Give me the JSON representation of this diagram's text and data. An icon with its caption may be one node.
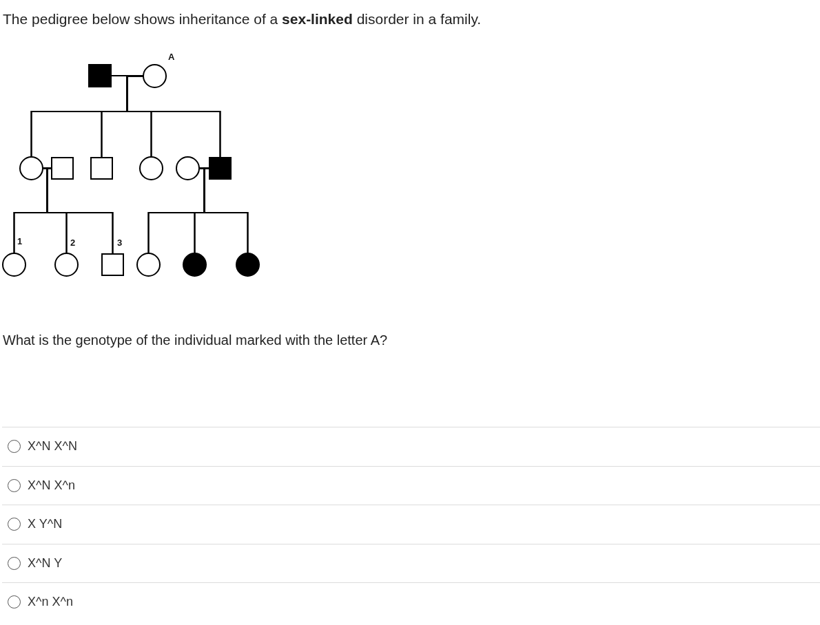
{
  "diagram": {
    "title": "The pedigree below shows inheritance of a **sex-linked** disorder in a family.",
    "nodes": [
      {
        "text": [],
        "shape": "square"
      },
      {
        "text": [],
        "shape": "circle",
        "beside": [
          "A"
        ]
      },
      {
        "text": [],
        "shape": "circle"
      },
      {
        "text": [],
        "shape": "square"
      },
      {
        "text": [],
        "shape": "square"
      },
      {
        "text": [],
        "shape": "circle"
      },
      {
        "text": [],
        "shape": "circle"
      },
      {
        "text": [],
        "shape": "square"
      },
      {
        "text": [],
        "shape": "circle",
        "beside": [
          "1"
        ]
      },
      {
        "text": [],
        "shape": "circle",
        "beside": [
          "2"
        ]
      },
      {
        "text": [],
        "shape": "square",
        "beside": [
          "3"
        ]
      },
      {
        "text": [],
        "shape": "circle"
      },
      {
        "text": [],
        "shape": "circle"
      },
      {
        "text": [],
        "shape": "circle"
      }
    ],
    "edges": [
      {
        "from": 0,
        "to": 1,
        "arrow": "none"
      },
      {
        "from": 0,
        "to": 2,
        "arrow": "none"
      },
      {
        "from": 1,
        "to": 2,
        "arrow": "none"
      },
      {
        "from": 0,
        "to": 4,
        "arrow": "none"
      },
      {
        "from": 1,
        "to": 4,
        "arrow": "none"
      },
      {
        "from": 0,
        "to": 5,
        "arrow": "none"
      },
      {
        "from": 1,
        "to": 5,
        "arrow": "none"
      },
      {
        "from": 0,
        "to": 7,
        "arrow": "none"
      },
      {
        "from": 1,
        "to": 7,
        "arrow": "none"
      },
      {
        "from": 2,
        "to": 3,
        "arrow": "none"
      },
      {
        "from": 2,
        "to": 8,
        "arrow": "none"
      },
      {
        "from": 3,
        "to": 8,
        "arrow": "none"
      },
      {
        "from": 2,
        "to": 9,
        "arrow": "none"
      },
      {
        "from": 3,
        "to": 9,
        "arrow": "none"
      },
      {
        "from": 2,
        "to": 10,
        "arrow": "none"
      },
      {
        "from": 3,
        "to": 10,
        "arrow": "none"
      },
      {
        "from": 6,
        "to": 7,
        "arrow": "none"
      },
      {
        "from": 6,
        "to": 11,
        "arrow": "none"
      },
      {
        "from": 7,
        "to": 11,
        "arrow": "none"
      },
      {
        "from": 6,
        "to": 12,
        "arrow": "none"
      },
      {
        "from": 7,
        "to": 12,
        "arrow": "none"
      },
      {
        "from": 6,
        "to": 13,
        "arrow": "none"
      },
      {
        "from": 7,
        "to": 13,
        "arrow": "none"
      }
    ],
    "labels": [
      "What is the genotype of the individual marked with the letter A?",
      "X^N X^N",
      "X^N X^n",
      "X Y^N",
      "X^N Y",
      "X^n X^n"
    ]
  }
}
